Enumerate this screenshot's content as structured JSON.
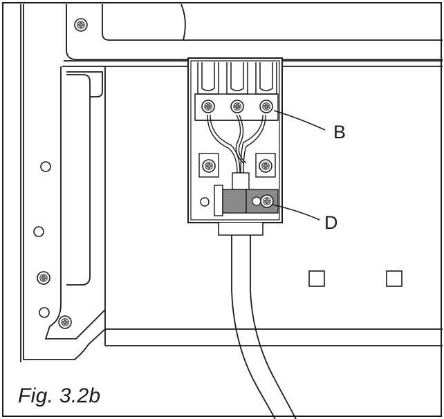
{
  "figure": {
    "caption": "Fig. 3.2b",
    "callouts": {
      "b": "B",
      "d": "D"
    }
  },
  "colors": {
    "line": "#1a1a1a",
    "fill_grey": "#8a8a8a",
    "background": "#ffffff"
  }
}
